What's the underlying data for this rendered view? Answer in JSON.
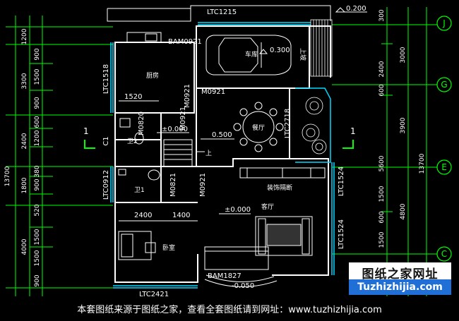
{
  "labels": {
    "top_window": "LTC1215",
    "top_level": "0.200",
    "garage_door": "BAM0921",
    "garage": "车库",
    "garage_level": "0.300",
    "garage_mark": "上坡",
    "kitchen": "厨房",
    "kitchen_window": "LTC1518",
    "kitchen_dim": "1520",
    "door_m0921_a": "M0921",
    "door_m0921_b": "M0921",
    "door_m0820": "M0820",
    "hall_level": "±0.000",
    "dining_level": "0.500",
    "dining": "餐厅",
    "window_ltc2718": "LTC2718",
    "wei2": "卫2",
    "c1": "C1",
    "stair_up": "上",
    "wei1": "卫1",
    "window_ltc0912": "LTC0912",
    "door_m0821": "M0821",
    "door_m0921_c": "M0921",
    "decor": "装饰隔断",
    "living": "客厅",
    "living_level": "±0.000",
    "window_ltc1524_a": "LTC1524",
    "window_ltc1524_b": "LTC1524",
    "dim_2400": "2400",
    "dim_1400": "1400",
    "bedroom": "卧室",
    "entry_door": "BAM1827",
    "entry_level": "-0.050",
    "bottom_window": "LTC2421",
    "section_left": "1",
    "section_right": "1"
  },
  "left_dims": {
    "outer_total": "13700",
    "inner": [
      "1200",
      "3300",
      "2400",
      "1800",
      "4000"
    ],
    "fine": [
      "900",
      "1500",
      "900",
      "600",
      "1200",
      "380",
      "900",
      "520",
      "1500",
      "1500",
      "900"
    ]
  },
  "right_dims": {
    "outer_total": "13700",
    "middle": [
      "3000",
      "3900",
      "4800"
    ],
    "inner": [
      "300",
      "2400",
      "600",
      "5600",
      "1500",
      "600",
      "1500"
    ]
  },
  "axis_marks": [
    "J",
    "G",
    "E",
    "C"
  ],
  "brand": {
    "name": "图纸之家网址",
    "url": "Tuzhizhijia.com"
  },
  "footer": "本套图纸来源于图纸之家，查看全套图纸请到网址：www.tuzhizhijia.com",
  "colors": {
    "background": "#000000",
    "wall": "#ffffff",
    "dimension": "#00ff00",
    "window": "#00d8ff",
    "text": "#ffffff",
    "brand_blue": "#1f6fd6"
  }
}
